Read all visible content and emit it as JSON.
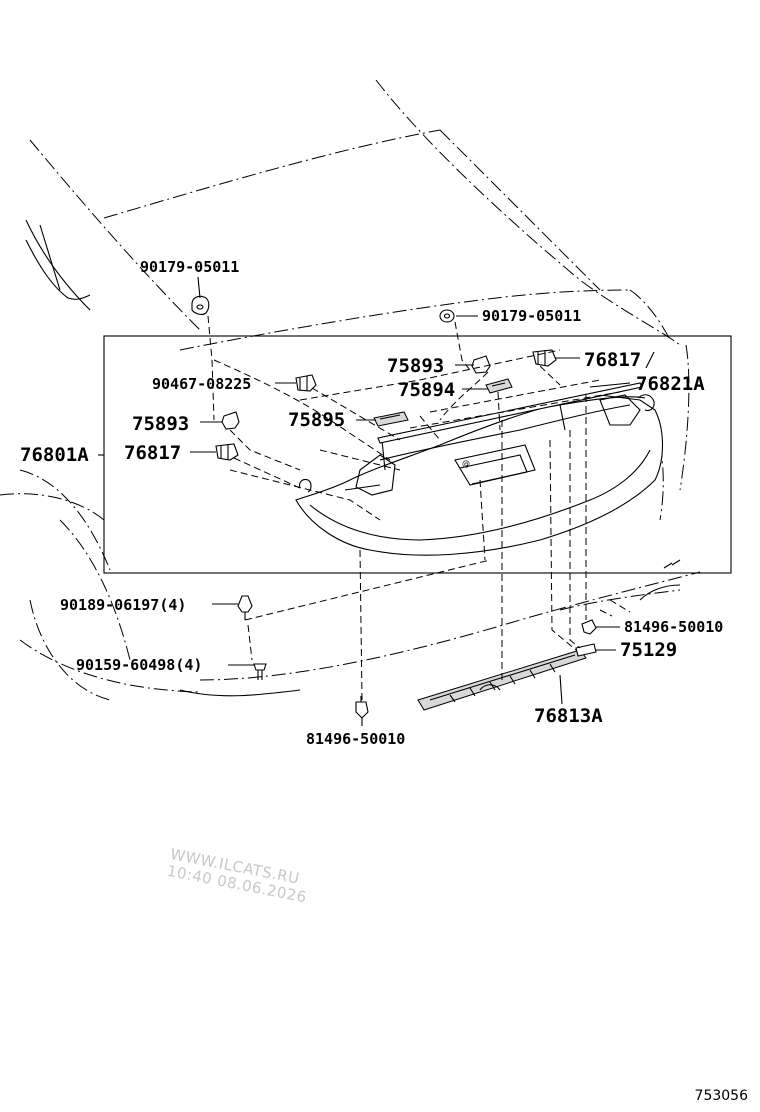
{
  "labels": {
    "p_90179_05011_a": "90179-05011",
    "p_90179_05011_b": "90179-05011",
    "p_75893_a": "75893",
    "p_75893_b": "75893",
    "p_76817_a": "76817",
    "p_76817_b": "76817",
    "p_90467_08225": "90467-08225",
    "p_75894": "75894",
    "p_76821A": "76821A",
    "p_75895": "75895",
    "p_76801A": "76801A",
    "p_90189_06197": "90189-06197(4)",
    "p_90159_60498": "90159-60498(4)",
    "p_81496_50010_a": "81496-50010",
    "p_81496_50010_b": "81496-50010",
    "p_75129": "75129",
    "p_76813A": "76813A"
  },
  "watermark": {
    "line1": "WWW.ILCATS.RU",
    "line2": "10:40 08.06.2026"
  },
  "diagram_id": "753056"
}
